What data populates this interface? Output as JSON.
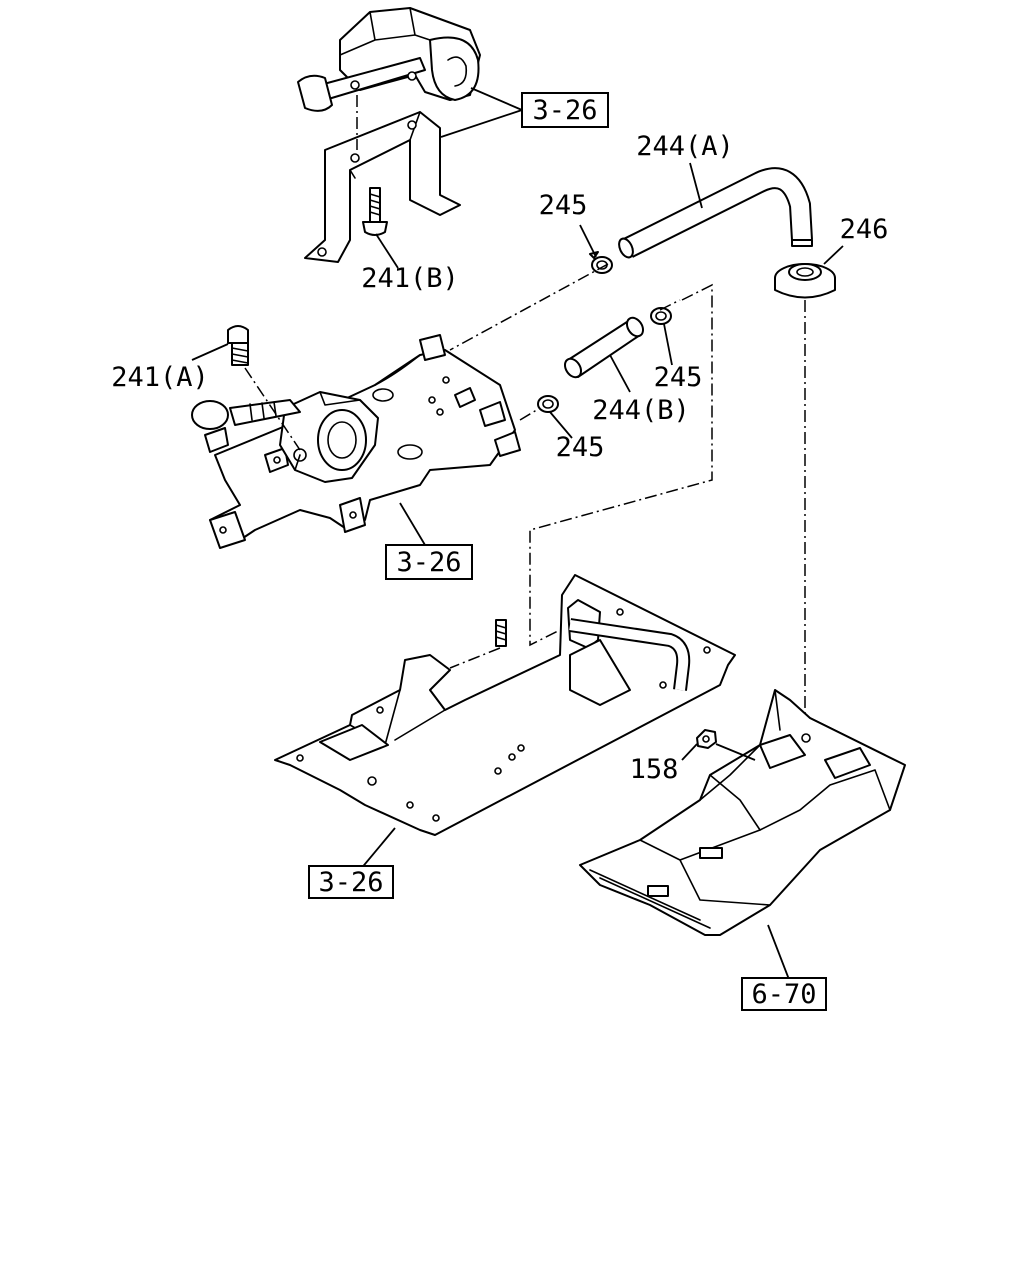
{
  "callouts": {
    "ref_shifter_top": "3-26",
    "ref_shifter_mid": "3-26",
    "ref_floor_plate": "3-26",
    "ref_tunnel_cover": "6-70",
    "part_241b": "241(B)",
    "part_241a": "241(A)",
    "part_244a": "244(A)",
    "part_244b": "244(B)",
    "part_245_upper": "245",
    "part_245_right": "245",
    "part_245_lower": "245",
    "part_246": "246",
    "part_158": "158"
  }
}
